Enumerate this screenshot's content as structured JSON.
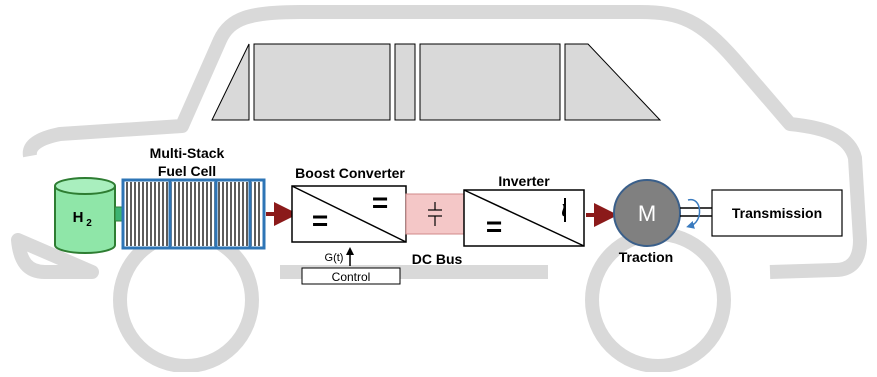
{
  "components": {
    "h2_tank": {
      "label": "H",
      "subscript": "2"
    },
    "fuel_cell": {
      "title_line1": "Multi-Stack",
      "title_line2": "Fuel Cell"
    },
    "boost_converter": {
      "title": "Boost Converter",
      "dc_symbol_left": "=",
      "dc_symbol_right": "="
    },
    "dc_bus": {
      "title": "DC Bus"
    },
    "inverter": {
      "title": "Inverter",
      "dc_symbol": "=",
      "ac_symbol": "~"
    },
    "motor": {
      "symbol": "M",
      "title": "Traction"
    },
    "transmission": {
      "title": "Transmission"
    },
    "control": {
      "title": "Control",
      "signal": "G(t)"
    }
  },
  "colors": {
    "car_outline": "#d9d9d9",
    "window_fill": "#d9d9d9",
    "tank_fill": "#8fe6a8",
    "tank_stroke": "#2e7d32",
    "fuel_cell_border": "#2e75b6",
    "arrow": "#8b1a1a",
    "dc_bus_fill": "#f4c7c7",
    "motor_fill": "#808080",
    "motor_stroke": "#3a5f8a",
    "shaft_arrow": "#3a7bbf"
  },
  "icons": {
    "tank": "cylinder-tank-icon",
    "motor": "motor-circle-icon",
    "capacitor": "capacitor-icon",
    "rotation": "rotation-arrow-icon"
  }
}
